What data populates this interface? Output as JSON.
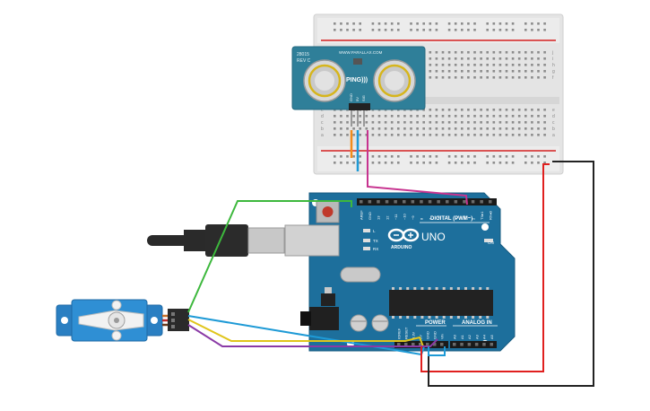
{
  "breadboard": {
    "row_labels": [
      "a",
      "b",
      "c",
      "d",
      "e",
      "f",
      "g",
      "h",
      "i",
      "j"
    ]
  },
  "sensor": {
    "model": "28015",
    "rev": "REV C",
    "url": "WWW.PARALLAX.COM",
    "name": "PING)))",
    "pins": [
      "GND",
      "5V",
      "SIG"
    ]
  },
  "arduino": {
    "brand": "ARDUINO",
    "model": "UNO",
    "digital_label": "DIGITAL (PWM~)",
    "on_label": "ON",
    "power_label": "POWER",
    "analog_label": "ANALOG IN",
    "led_labels": [
      "L",
      "TX",
      "RX"
    ],
    "header_top": [
      "AREF",
      "GND",
      "13",
      "12",
      "~11",
      "~10",
      "~9",
      "8",
      "7",
      "~6",
      "~5",
      "4",
      "~3",
      "2",
      "TX▸1",
      "RX◂0"
    ],
    "power_pins": [
      "IOREF",
      "RESET",
      "3.3V",
      "5V",
      "GND",
      "GND",
      "Vin"
    ],
    "analog_pins": [
      "A0",
      "A1",
      "A2",
      "A3",
      "A4",
      "A5"
    ]
  },
  "colors": {
    "breadboard": "#e9e9e9",
    "sensor_board": "#2f7f99",
    "arduino_board": "#1d6f9c",
    "wire_green": "#3db83d",
    "wire_blue": "#1e9ad6",
    "wire_yellow": "#e0c51b",
    "wire_purple": "#8a3aa6",
    "wire_magenta": "#c7338f",
    "wire_red": "#e0201f",
    "wire_black": "#222222",
    "wire_orange": "#f28c1b"
  }
}
